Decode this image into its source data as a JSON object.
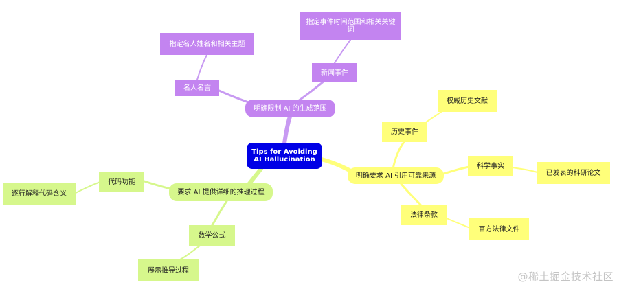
{
  "root": {
    "label": "Tips for Avoiding AI Hallucination"
  },
  "branches": {
    "limit": {
      "label": "明确限制 AI 的生成范围",
      "quotes": {
        "label": "名人名言",
        "detail": "指定名人姓名和相关主题"
      },
      "news": {
        "label": "新闻事件",
        "detail": "指定事件时间范围和相关关键词"
      }
    },
    "sources": {
      "label": "明确要求 AI 引用可靠来源",
      "history": {
        "label": "历史事件",
        "detail": "权威历史文献"
      },
      "science": {
        "label": "科学事实",
        "detail": "已发表的科研论文"
      },
      "law": {
        "label": "法律条款",
        "detail": "官方法律文件"
      }
    },
    "reasoning": {
      "label": "要求 AI 提供详细的推理过程",
      "code": {
        "label": "代码功能",
        "detail": "逐行解释代码含义"
      },
      "math": {
        "label": "数学公式",
        "detail": "展示推导过程"
      }
    }
  },
  "colors": {
    "root": "#0000e6",
    "purple": "#c384f0",
    "yellow": "#ffff7a",
    "green": "#d6f78c",
    "link_purple": "#c89af2",
    "link_yellow": "#ffff7a",
    "link_green": "#d6f78c"
  },
  "watermark": "@稀土掘金技术社区"
}
